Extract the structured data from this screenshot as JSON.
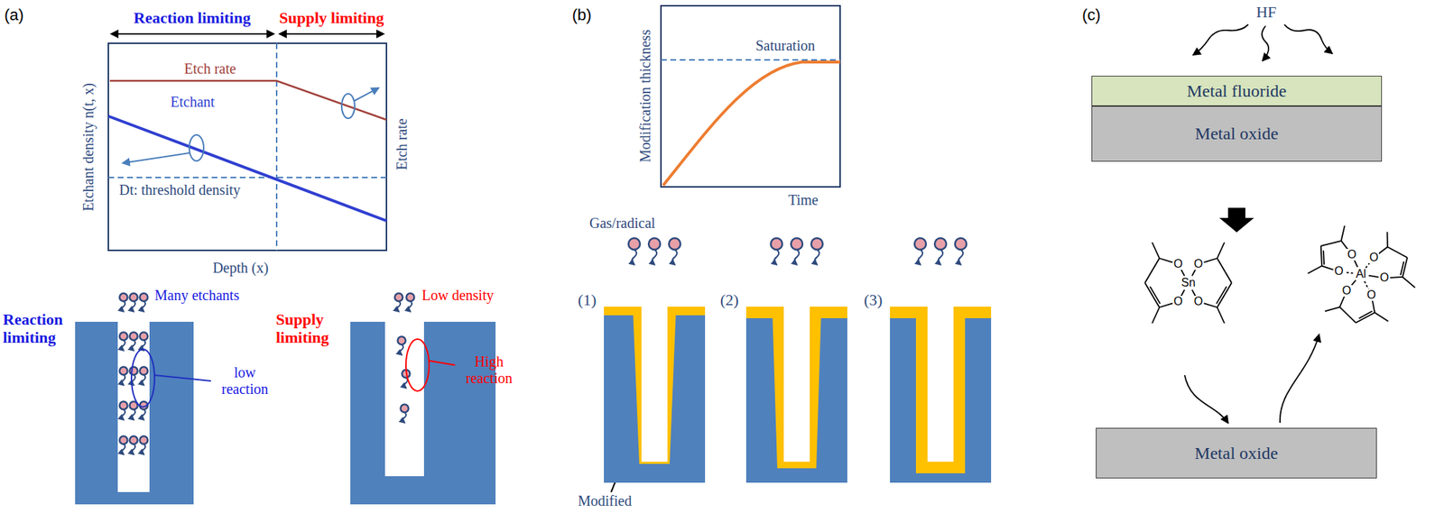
{
  "diagram": {
    "nodes": [
      {
        "text": [
          "Metal fluoride"
        ]
      },
      {
        "text": [
          "Metal oxide"
        ]
      },
      {
        "text": [
          "Metal oxide"
        ]
      }
    ],
    "labels": [
      "(a)",
      "Reaction limiting",
      "Supply limiting",
      "Etch rate",
      "Etchant",
      "Etchant density n(t, x)",
      "Etch rate",
      "Dt: threshold density",
      "Depth (x)",
      "Reaction limiting",
      "Many etchants",
      "low reaction",
      "Supply limiting",
      "Low density",
      "High reaction",
      "(b)",
      "Modification thickness",
      "Saturation",
      "Time",
      "Gas/radical",
      "(1)",
      "(2)",
      "(3)",
      "Modified",
      "(c)",
      "HF",
      "O",
      "O",
      "O",
      "O",
      "Sn",
      "O",
      "O",
      "O",
      "O",
      "O",
      "O",
      "Al"
    ]
  }
}
